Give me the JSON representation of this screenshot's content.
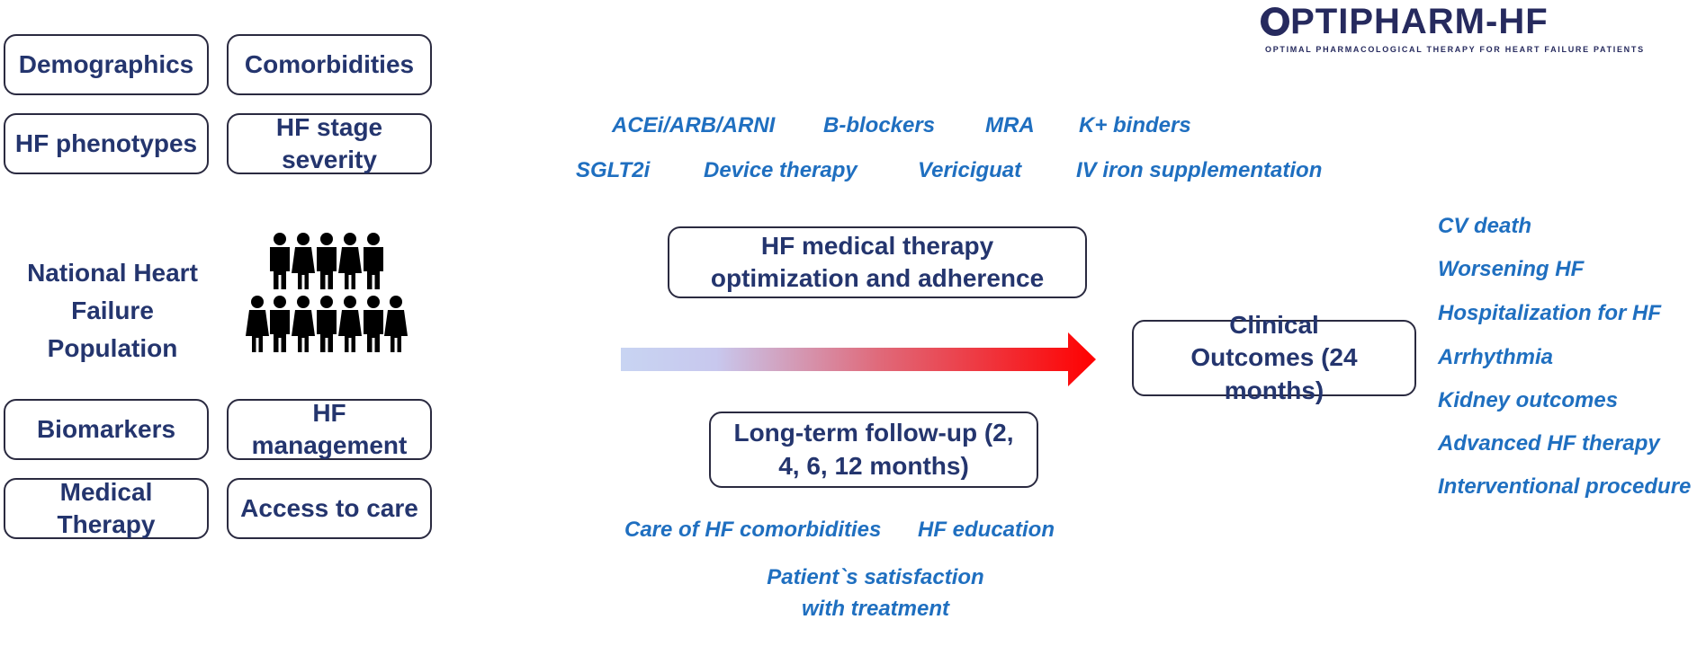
{
  "logo": {
    "title": "OPTIPHARM-HF",
    "subtitle": "OPTIMAL PHARMACOLOGICAL THERAPY FOR HEART FAILURE PATIENTS"
  },
  "left_boxes": {
    "demographics": "Demographics",
    "comorbidities": "Comorbidities",
    "hf_phenotypes": "HF phenotypes",
    "hf_stage": "HF stage severity",
    "biomarkers": "Biomarkers",
    "hf_management": "HF management",
    "medical_therapy": "Medical Therapy",
    "access_to_care": "Access to care"
  },
  "population": {
    "label": "National Heart Failure Population",
    "icon": "people-group-icon"
  },
  "therapies": [
    "ACEi/ARB/ARNI",
    "B-blockers",
    "MRA",
    "K+ binders",
    "SGLT2i",
    "Device therapy",
    "Vericiguat",
    "IV iron supplementation"
  ],
  "optimization": "HF medical therapy optimization and adherence",
  "followup": "Long-term follow-up (2, 4, 6, 12 months)",
  "followup_items": [
    "Care of HF comorbidities",
    "HF education",
    "Patient`s satisfaction with treatment"
  ],
  "clinical_outcomes": "Clinical Outcomes (24 months)",
  "outcomes": [
    "CV death",
    "Worsening HF",
    "Hospitalization for HF",
    "Arrhythmia",
    "Kidney outcomes",
    "Advanced HF therapy",
    "Interventional procedure"
  ],
  "colors": {
    "box_text": "#24356e",
    "italic_text": "#1f6fc0",
    "arrow_start": "#c8d4f2",
    "arrow_end": "#ff0000",
    "logo": "#262a5e"
  }
}
